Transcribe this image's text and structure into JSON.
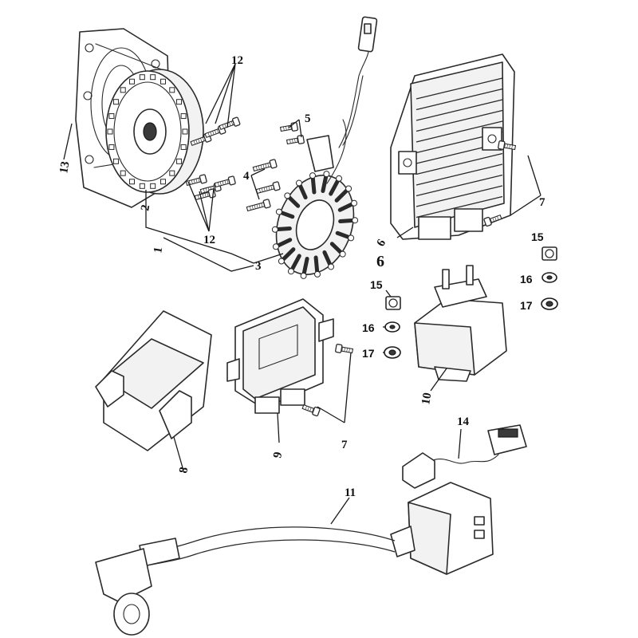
{
  "callouts": {
    "c1": "1",
    "c2": "2",
    "c3": "3",
    "c4": "4",
    "c5": "5",
    "c6": "6",
    "c6b": "6",
    "c7a": "7",
    "c7b": "7",
    "c8": "8",
    "c9": "9",
    "c10": "10",
    "c11": "11",
    "c12a": "12",
    "c12b": "12",
    "c13": "13",
    "c14": "14",
    "c15a": "15",
    "c16a": "16",
    "c17a": "17",
    "c15b": "15",
    "c16b": "16",
    "c17b": "17"
  },
  "colors": {
    "line": "#2a2a2a",
    "background": "#ffffff"
  }
}
